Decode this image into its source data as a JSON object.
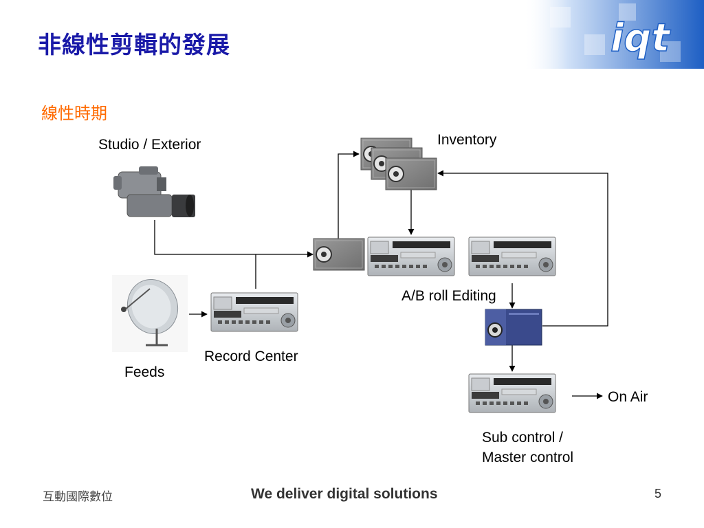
{
  "title": "非線性剪輯的發展",
  "subtitle": "線性時期",
  "logo_text": "iqt",
  "labels": {
    "studio": "Studio / Exterior",
    "inventory": "Inventory",
    "ab_roll": "A/B roll Editing",
    "record_center": "Record Center",
    "feeds": "Feeds",
    "on_air": "On Air",
    "sub_control_1": "Sub control /",
    "sub_control_2": "Master control"
  },
  "footer": {
    "company": "互動國際數位",
    "slogan": "We deliver digital solutions",
    "page_number": "5"
  },
  "colors": {
    "title": "#1a1aa8",
    "subtitle": "#ff6a00",
    "header_gradient": "#1e5fc4"
  },
  "icons": [
    "camera-icon",
    "satellite-dish-icon",
    "tape-cassette-icon",
    "vcr-deck-icon",
    "tape-monitor-icon"
  ]
}
